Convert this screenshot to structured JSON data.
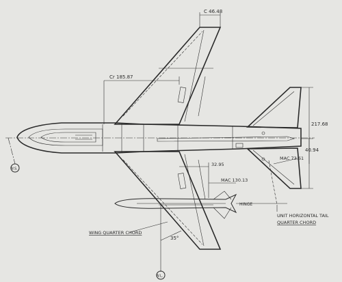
{
  "drawing": {
    "dimensions": {
      "wing_tip_chord": "C 46.48",
      "wing_root_chord": "Cr 185.87",
      "overall_height": "217.68",
      "tail_root_chord": "40.94",
      "tail_mac": "MAC 73.61",
      "wing_mac_offset": "32.95",
      "wing_mac": "MAC 130.13",
      "sweep_angle": "35°",
      "station_label_left": "W.S.",
      "station_label_bottom": "W.L."
    },
    "annotations": {
      "tail_note_line1": "UNIT HORIZONTAL TAIL",
      "tail_note_line2": "QUARTER CHORD",
      "wing_note": "WING QUARTER CHORD",
      "hinge_note": "HINGE"
    },
    "colors": {
      "paper": "#e6e6e3",
      "ink": "#2a2a2a"
    }
  }
}
